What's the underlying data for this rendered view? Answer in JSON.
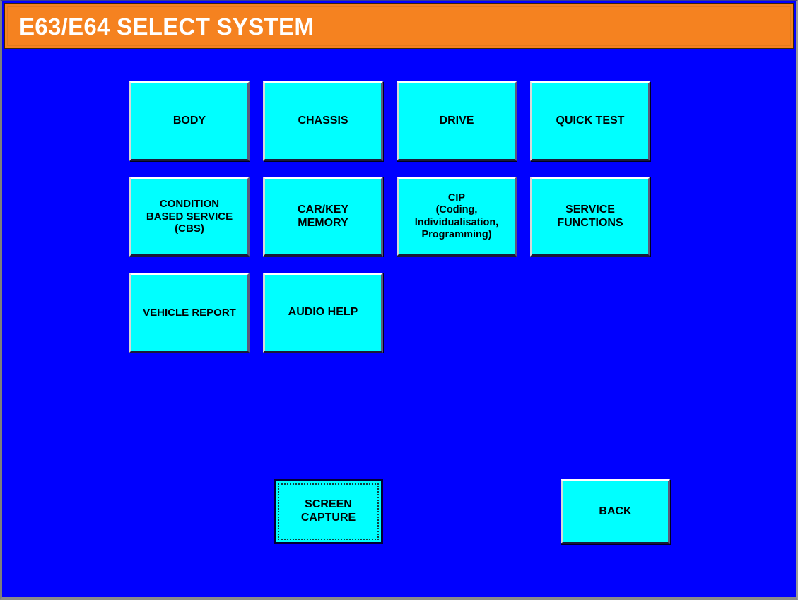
{
  "window": {
    "background_color": "#0000ff"
  },
  "header": {
    "title": "E63/E64 SELECT SYSTEM",
    "background_color": "#f58220",
    "text_color": "#ffffff"
  },
  "menu": {
    "button_color": "#00ffff",
    "text_color": "#000000",
    "rows": [
      [
        {
          "id": "body",
          "label": "BODY"
        },
        {
          "id": "chassis",
          "label": "CHASSIS"
        },
        {
          "id": "drive",
          "label": "DRIVE"
        },
        {
          "id": "quick-test",
          "label": "QUICK TEST"
        }
      ],
      [
        {
          "id": "cbs",
          "label": "CONDITION\nBASED SERVICE\n(CBS)"
        },
        {
          "id": "car-key-memory",
          "label": "CAR/KEY\nMEMORY"
        },
        {
          "id": "cip",
          "label": "CIP\n(Coding,\nIndividualisation,\nProgramming)"
        },
        {
          "id": "service-functions",
          "label": "SERVICE\nFUNCTIONS"
        }
      ],
      [
        {
          "id": "vehicle-report",
          "label": "VEHICLE REPORT"
        },
        {
          "id": "audio-help",
          "label": "AUDIO HELP"
        }
      ]
    ]
  },
  "footer": {
    "screen_capture": {
      "label": "SCREEN\nCAPTURE",
      "focused": true
    },
    "back": {
      "label": "BACK",
      "focused": false
    }
  }
}
